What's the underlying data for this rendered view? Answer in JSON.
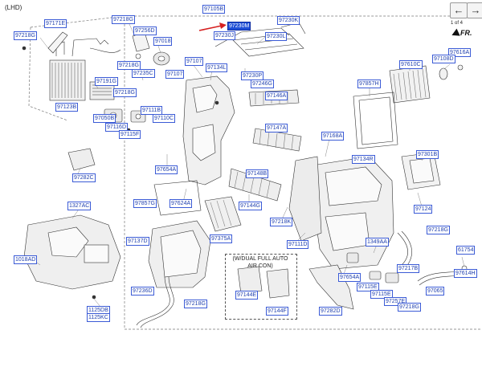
{
  "header": {
    "variant": "(LHD)"
  },
  "nav": {
    "prev_icon": "←",
    "next_icon": "→",
    "page_text": "1 of 4",
    "fr_label": "FR."
  },
  "note": {
    "line1": "(W/DUAL FULL AUTO",
    "line2": "AIR CON)"
  },
  "highlight_color": "#1f4fd6",
  "labels": {
    "L97105B": "97105B",
    "L97230M": "97230M",
    "L97230K": "97230K",
    "L97230J": "97230J",
    "L97230L": "97230L",
    "L97218G_a": "97218G",
    "L97171E": "97171E",
    "L97256D": "97256D",
    "L97218G_b": "97218G",
    "L97018": "97018",
    "L97107_a": "97107",
    "L97134L": "97134L",
    "L97218G_c": "97218G",
    "L97235C": "97235C",
    "L97107_b": "97107",
    "L97230P": "97230P",
    "L97246G": "97246G",
    "L97191G": "97191G",
    "L97218G_d": "97218G",
    "L97123B": "97123B",
    "L97111B": "97111B",
    "L97050B": "97050B",
    "L97110C": "97110C",
    "L97116D": "97116D",
    "L97115F": "97115F",
    "L97146A": "97146A",
    "L97147A": "97147A",
    "L97616A": "97616A",
    "L97108D": "97108D",
    "L97610C": "97610C",
    "L97857H": "97857H",
    "L97168A": "97168A",
    "L97301B": "97301B",
    "L97134R": "97134R",
    "L97282C": "97282C",
    "L97654A_a": "97654A",
    "L97148B": "97148B",
    "L97857G": "97857G",
    "L97624A": "97624A",
    "L97144G": "97144G",
    "L97218K": "97218K",
    "L97124": "97124",
    "L97218G_e": "97218G",
    "L1327AC": "1327AC",
    "L97137D": "97137D",
    "L97375A": "97375A",
    "L97111D": "97111D",
    "L1349AA": "1349AA",
    "L61754": "61754",
    "L1018AD": "1018AD",
    "L97217B": "97217B",
    "L97614H": "97614H",
    "L97654A_b": "97654A",
    "L97115E_a": "97115E",
    "L97115E_b": "97115E",
    "L97065": "97065",
    "L97236D": "97236D",
    "L97144E": "97144E",
    "L97257E": "97257E",
    "L97218G_f": "97218G",
    "L97218G_g": "97218G",
    "L97144F": "97144F",
    "L97282D": "97282D",
    "L1125DB": "1125DB",
    "L1125KC": "1125KC"
  }
}
